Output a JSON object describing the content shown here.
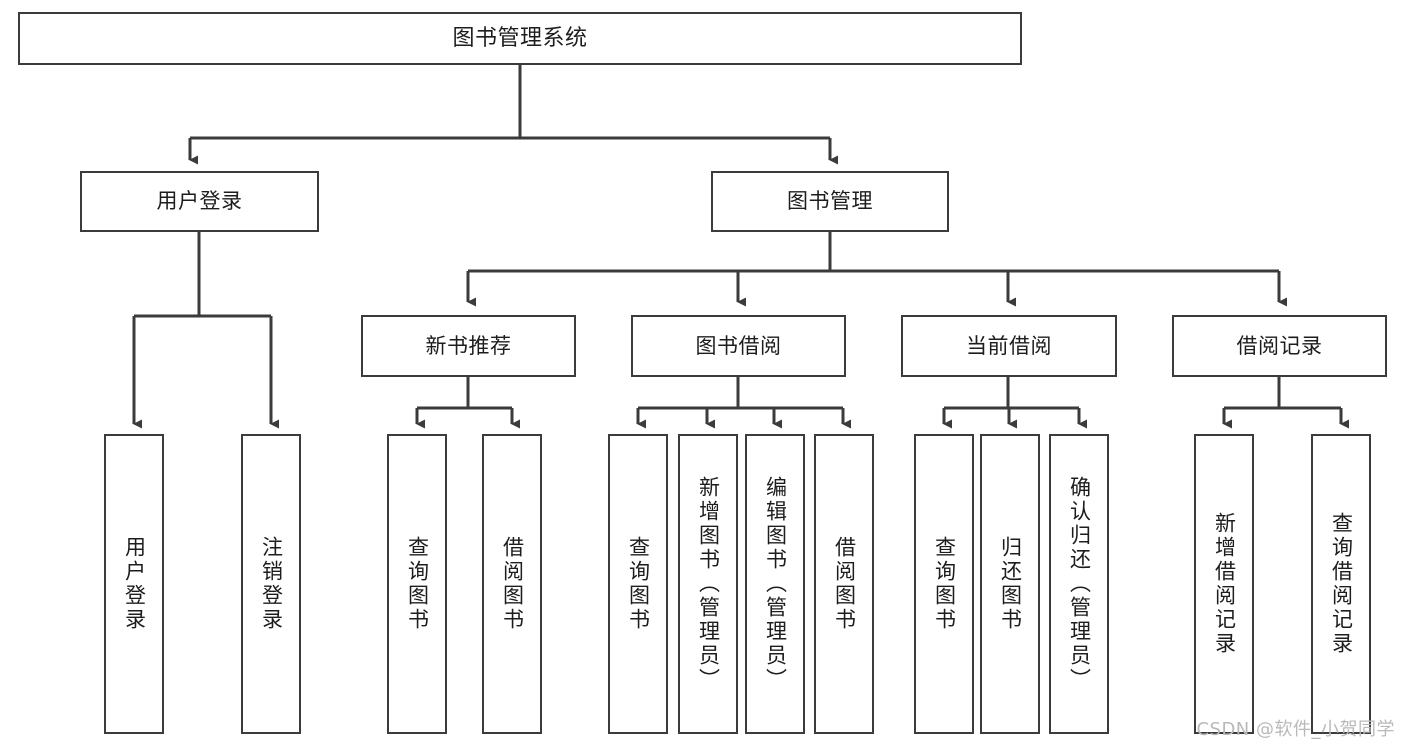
{
  "diagram": {
    "type": "hierarchy-tree",
    "title": "图书管理系统",
    "orientation": "top-down",
    "colors": {
      "box_border": "#3b3b3b",
      "box_fill": "#ffffff",
      "connector": "#3b3b3b",
      "text": "#1d1d1d",
      "watermark": "#b9b9b9",
      "background": "#ffffff"
    },
    "root": {
      "id": "root",
      "label": "图书管理系统",
      "orientation": "horizontal"
    },
    "level2": [
      {
        "id": "user-login",
        "label": "用户登录",
        "orientation": "horizontal"
      },
      {
        "id": "book-manage",
        "label": "图书管理",
        "orientation": "horizontal"
      }
    ],
    "level3": [
      {
        "id": "new-book-recommend",
        "label": "新书推荐",
        "orientation": "horizontal",
        "parent": "book-manage"
      },
      {
        "id": "book-borrow",
        "label": "图书借阅",
        "orientation": "horizontal",
        "parent": "book-manage"
      },
      {
        "id": "current-borrow",
        "label": "当前借阅",
        "orientation": "horizontal",
        "parent": "book-manage"
      },
      {
        "id": "borrow-record",
        "label": "借阅记录",
        "orientation": "horizontal",
        "parent": "book-manage"
      }
    ],
    "leaves": [
      {
        "id": "leaf-user-login",
        "label": "用户登录",
        "orientation": "vertical",
        "parent": "user-login"
      },
      {
        "id": "leaf-logout-login",
        "label": "注销登录",
        "orientation": "vertical",
        "parent": "user-login"
      },
      {
        "id": "leaf-query-book-1",
        "label": "查询图书",
        "orientation": "vertical",
        "parent": "new-book-recommend"
      },
      {
        "id": "leaf-borrow-book-1",
        "label": "借阅图书",
        "orientation": "vertical",
        "parent": "new-book-recommend"
      },
      {
        "id": "leaf-query-book-2",
        "label": "查询图书",
        "orientation": "vertical",
        "parent": "book-borrow"
      },
      {
        "id": "leaf-add-book",
        "label": "新增图书（管理员）",
        "orientation": "vertical",
        "parent": "book-borrow"
      },
      {
        "id": "leaf-edit-book",
        "label": "编辑图书（管理员）",
        "orientation": "vertical",
        "parent": "book-borrow"
      },
      {
        "id": "leaf-borrow-book-2",
        "label": "借阅图书",
        "orientation": "vertical",
        "parent": "book-borrow"
      },
      {
        "id": "leaf-query-book-3",
        "label": "查询图书",
        "orientation": "vertical",
        "parent": "current-borrow"
      },
      {
        "id": "leaf-return-book",
        "label": "归还图书",
        "orientation": "vertical",
        "parent": "current-borrow"
      },
      {
        "id": "leaf-confirm-return",
        "label": "确认归还（管理员）",
        "orientation": "vertical",
        "parent": "current-borrow"
      },
      {
        "id": "leaf-add-record",
        "label": "新增借阅记录",
        "orientation": "vertical",
        "parent": "borrow-record"
      },
      {
        "id": "leaf-query-record",
        "label": "查询借阅记录",
        "orientation": "vertical",
        "parent": "borrow-record"
      }
    ]
  },
  "watermark": {
    "text": "CSDN @软件_小贺同学"
  }
}
